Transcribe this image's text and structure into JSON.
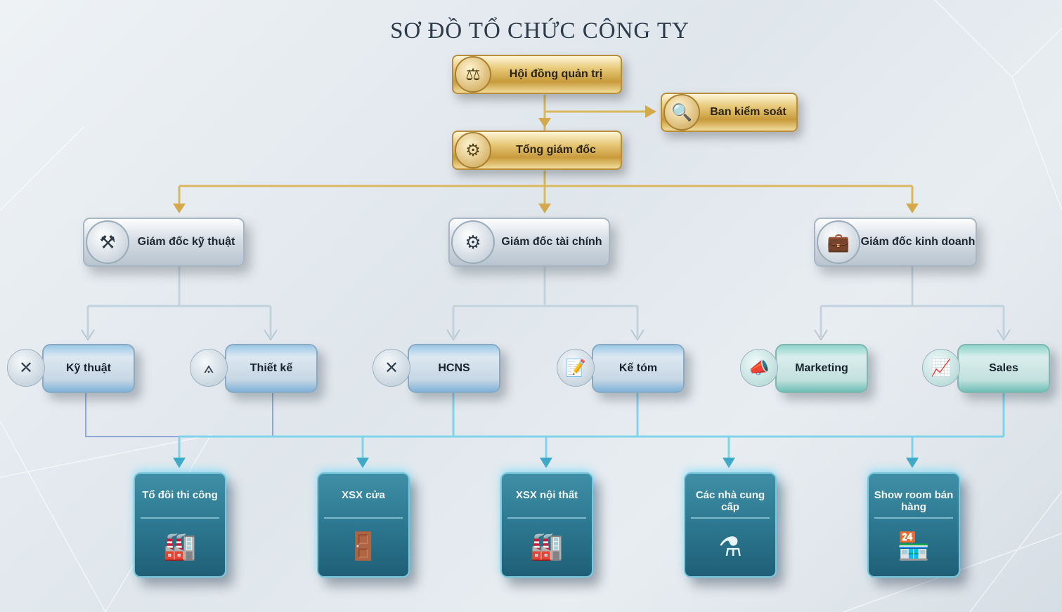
{
  "title": "SƠ ĐỒ TỔ CHỨC CÔNG TY",
  "board": {
    "label": "Hội đồng quản trị",
    "icon": "gavel-icon"
  },
  "supervisory": {
    "label": "Ban kiểm soát",
    "icon": "magnifier-icon"
  },
  "ceo": {
    "label": "Tổng giám đốc",
    "icon": "gear-icon"
  },
  "directors": [
    {
      "label": "Giám đốc kỹ thuật",
      "icon": "gavel-icon"
    },
    {
      "label": "Giám đốc tài chính",
      "icon": "finance-gear-icon"
    },
    {
      "label": "Giám đốc kinh doanh",
      "icon": "briefcase-icon"
    }
  ],
  "departments": [
    {
      "label": "Kỹ thuật",
      "icon": "tools-icon"
    },
    {
      "label": "Thiết kế",
      "icon": "compass-icon"
    },
    {
      "label": "HCNS",
      "icon": "tools-icon"
    },
    {
      "label": "Kế tóm",
      "icon": "document-icon"
    },
    {
      "label": "Marketing",
      "icon": "megaphone-icon"
    },
    {
      "label": "Sales",
      "icon": "chart-icon"
    }
  ],
  "units": [
    {
      "label": "Tổ đôi thi công",
      "icon": "factory-icon"
    },
    {
      "label": "XSX cửa",
      "icon": "door-icon"
    },
    {
      "label": "XSX nội thất",
      "icon": "factory-icon"
    },
    {
      "label": "Các nhà cung cấp",
      "icon": "supplier-icon"
    },
    {
      "label": "Show room bán hàng",
      "icon": "store-icon"
    }
  ],
  "colors": {
    "gold": "#d4a94c",
    "line_blue": "#7fd4ea",
    "line_gold": "#e3c26a"
  }
}
